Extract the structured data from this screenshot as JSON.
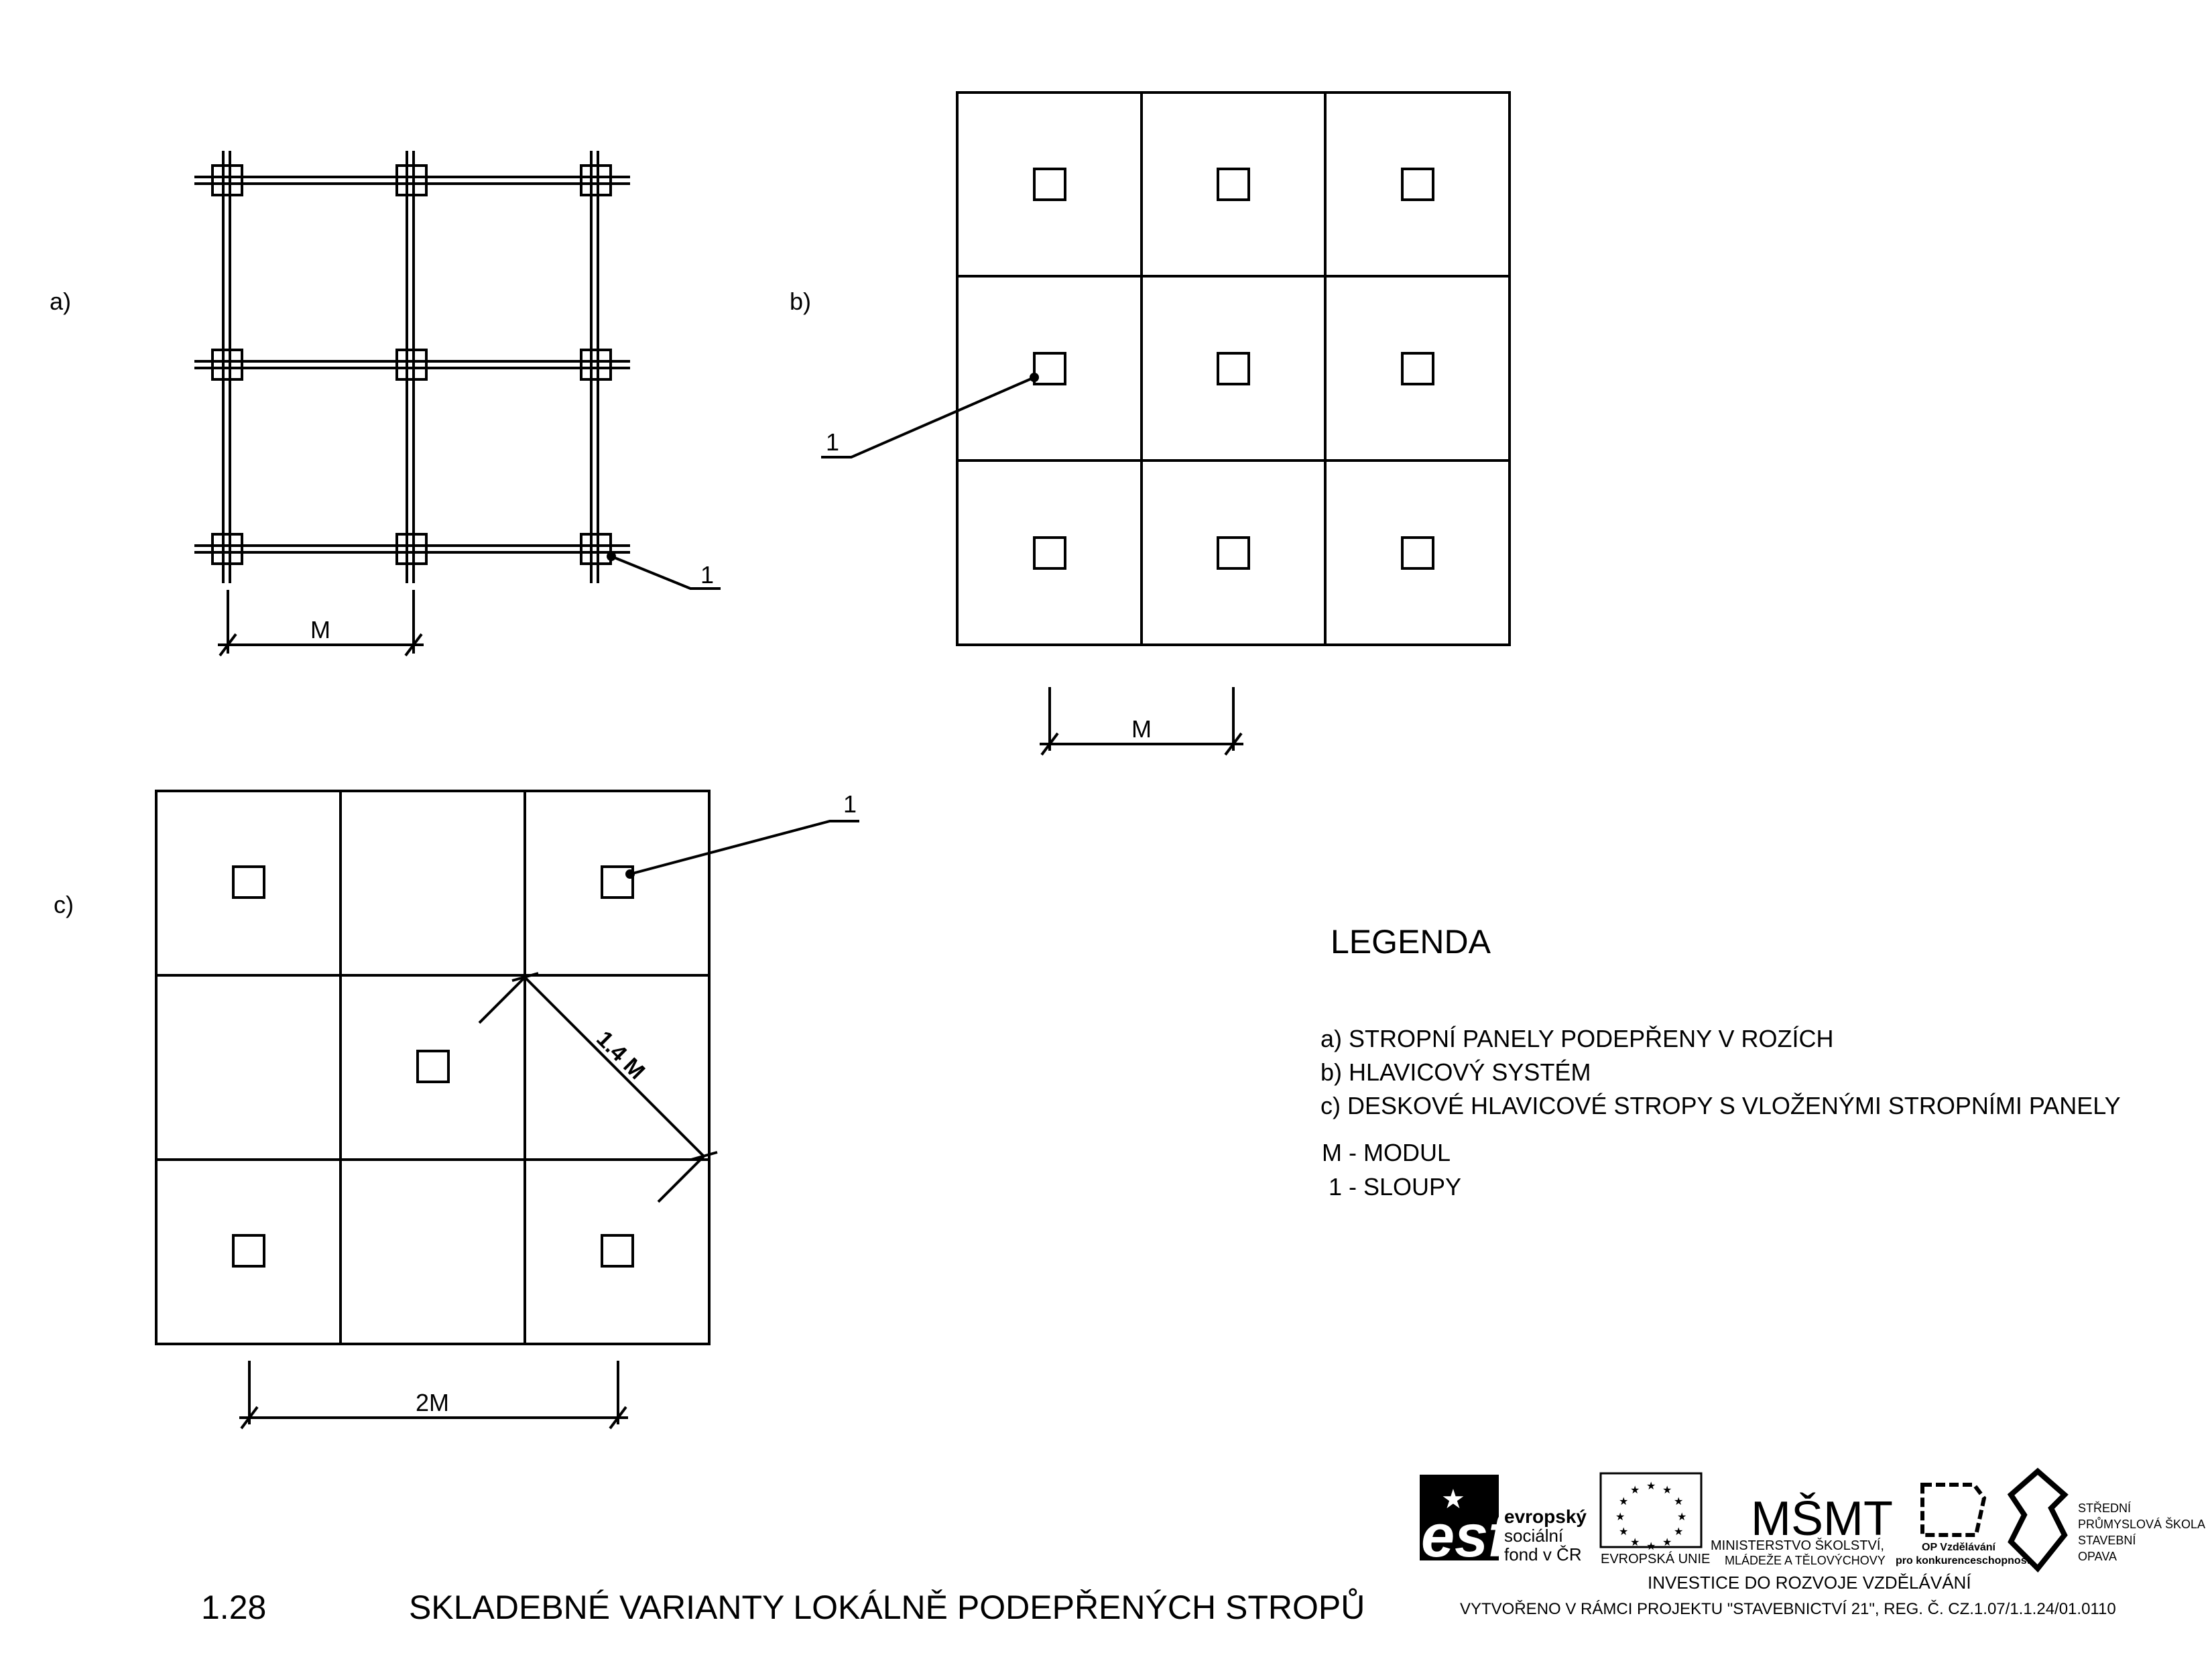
{
  "diagram_a": {
    "label": "a)",
    "dimension": "M",
    "callout": "1"
  },
  "diagram_b": {
    "label": "b)",
    "dimension": "M",
    "callout": "1"
  },
  "diagram_c": {
    "label": "c)",
    "dimension": "2M",
    "diagonal": "1.4 M",
    "callout": "1"
  },
  "legend": {
    "title": "LEGENDA",
    "items": [
      "a)  STROPNÍ PANELY PODEPŘENY V ROZÍCH",
      "b)  HLAVICOVÝ SYSTÉM",
      "c)  DESKOVÉ HLAVICOVÉ STROPY S VLOŽENÝMI STROPNÍMI PANELY"
    ],
    "notes": [
      "M - MODUL",
      " 1 - SLOUPY"
    ]
  },
  "title_block": {
    "number": "1.28",
    "title": "SKLADEBNÉ VARIANTY LOKÁLNĚ PODEPŘENÝCH STROPŮ"
  },
  "logos": {
    "esf": {
      "mark": "esf",
      "line1": "evropský",
      "line2": "sociální",
      "line3": "fond v ČR"
    },
    "eu": {
      "caption": "EVROPSKÁ UNIE"
    },
    "msmt": {
      "mark": "MŠMT",
      "line1": "MINISTERSTVO ŠKOLSTVÍ,",
      "line2": "MLÁDEŽE A TĚLOVÝCHOVY"
    },
    "op": {
      "line1": "OP Vzdělávání",
      "line2": "pro konkurenceschopnost"
    },
    "school": {
      "line1": "STŘEDNÍ",
      "line2": "PRŮMYSLOVÁ ŠKOLA",
      "line3": "STAVEBNÍ",
      "line4": "OPAVA"
    }
  },
  "footer": {
    "line1": "INVESTICE DO ROZVOJE VZDĚLÁVÁNÍ",
    "line2": "VYTVOŘENO V RÁMCI PROJEKTU \"STAVEBNICTVÍ 21\", REG. Č. CZ.1.07/1.1.24/01.0110"
  },
  "colors": {
    "ink": "#000000",
    "paper": "#ffffff"
  }
}
